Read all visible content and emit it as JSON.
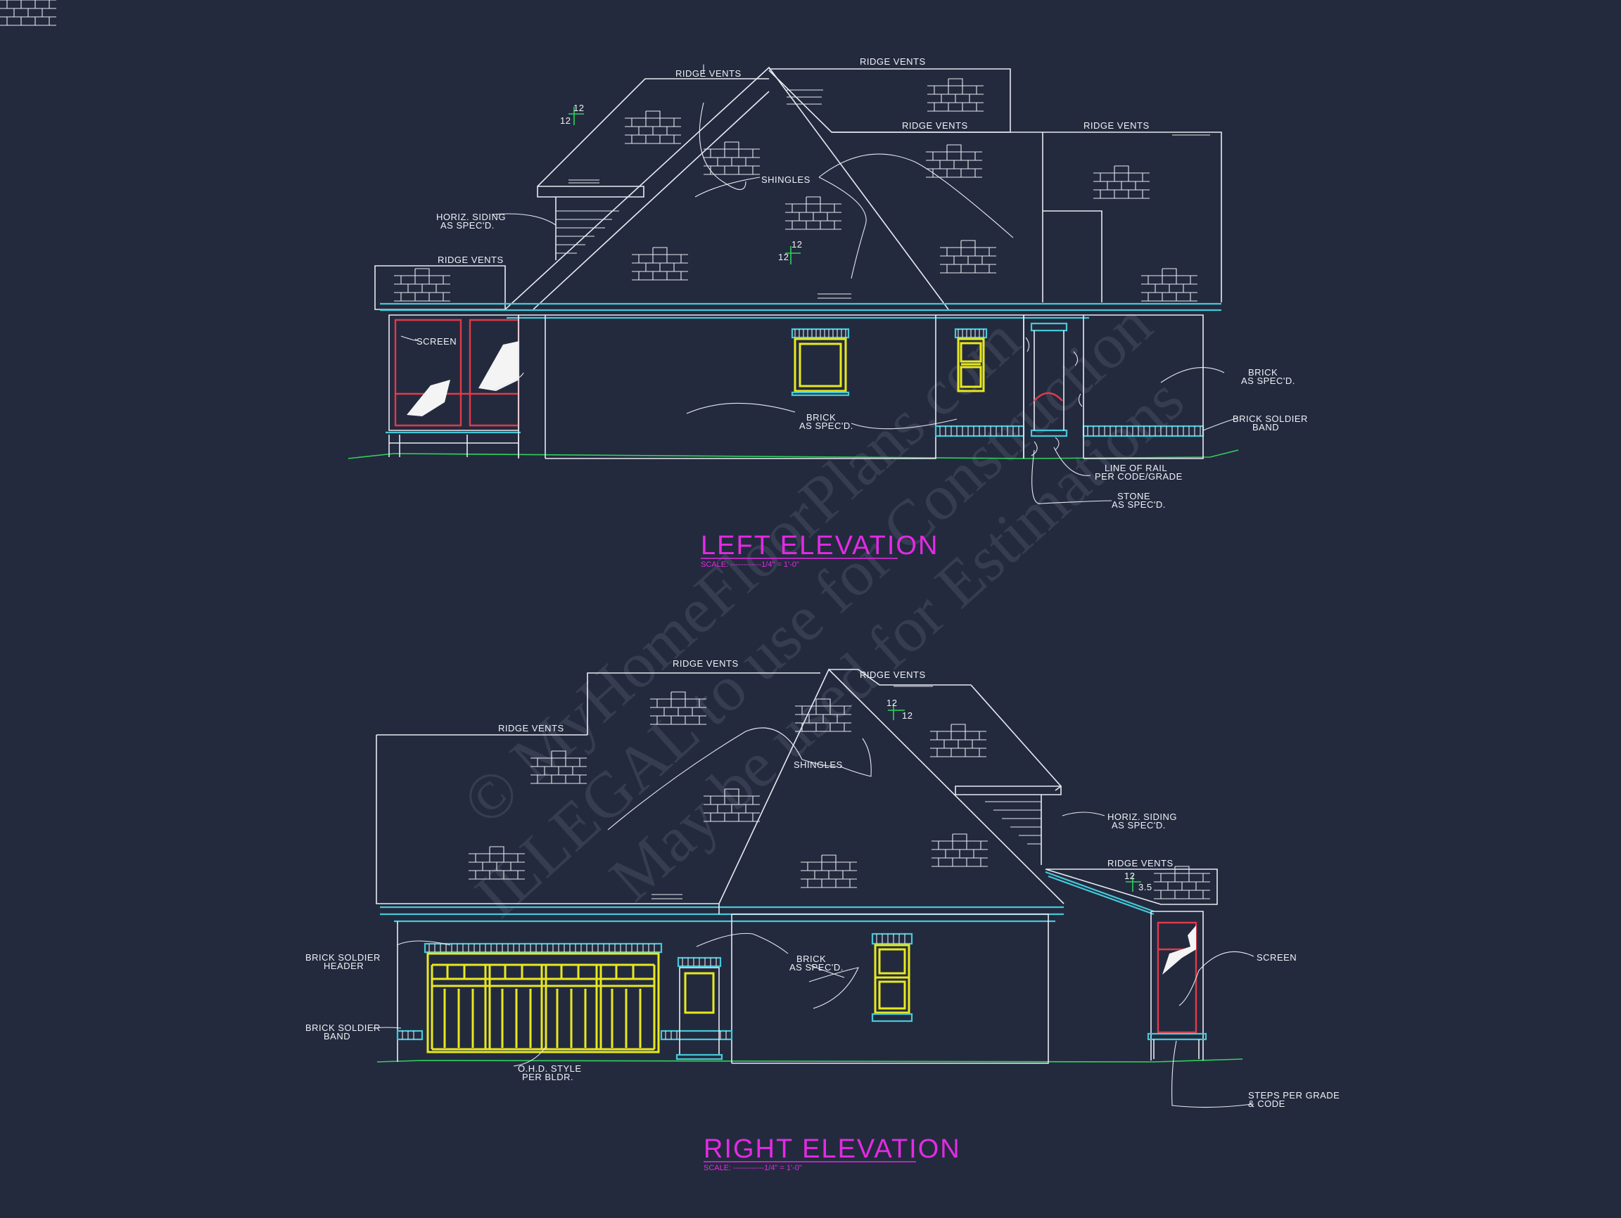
{
  "watermark": {
    "line1": "© MyHomeFloorPlans.com",
    "line2": "ILLEGAL to use for Construction",
    "line3": "May be used for Estimations"
  },
  "left_elevation": {
    "title": "LEFT ELEVATION",
    "scale": "SCALE: ------------1/4\" = 1'-0\"",
    "pitch": {
      "rise": "12",
      "run": "12"
    },
    "labels": {
      "ridge_vents": "RIDGE VENTS",
      "shingles": "SHINGLES",
      "horiz_siding_1": "HORIZ. SIDING",
      "horiz_siding_2": "AS SPEC'D.",
      "screen": "SCREEN",
      "brick_1": "BRICK",
      "brick_2": "AS SPEC'D.",
      "soldier_band_1": "BRICK SOLDIER",
      "soldier_band_2": "BAND",
      "rail_1": "LINE OF RAIL",
      "rail_2": "PER CODE/GRADE",
      "stone_1": "STONE",
      "stone_2": "AS SPEC'D."
    }
  },
  "right_elevation": {
    "title": "RIGHT ELEVATION",
    "scale": "SCALE: ------------1/4\" = 1'-0\"",
    "pitch": {
      "rise": "12",
      "run": "12",
      "porch_rise": "12",
      "porch_run": "3.5"
    },
    "labels": {
      "ridge_vents": "RIDGE VENTS",
      "shingles": "SHINGLES",
      "horiz_siding_1": "HORIZ. SIDING",
      "horiz_siding_2": "AS SPEC'D.",
      "brick_1": "BRICK",
      "brick_2": "AS SPEC'D.",
      "soldier_header_1": "BRICK SOLDIER",
      "soldier_header_2": "HEADER",
      "soldier_band_1": "BRICK SOLDIER",
      "soldier_band_2": "BAND",
      "ohd_1": "O.H.D. STYLE",
      "ohd_2": "PER BLDR.",
      "screen": "SCREEN",
      "steps_1": "STEPS PER GRADE",
      "steps_2": "& CODE"
    }
  }
}
